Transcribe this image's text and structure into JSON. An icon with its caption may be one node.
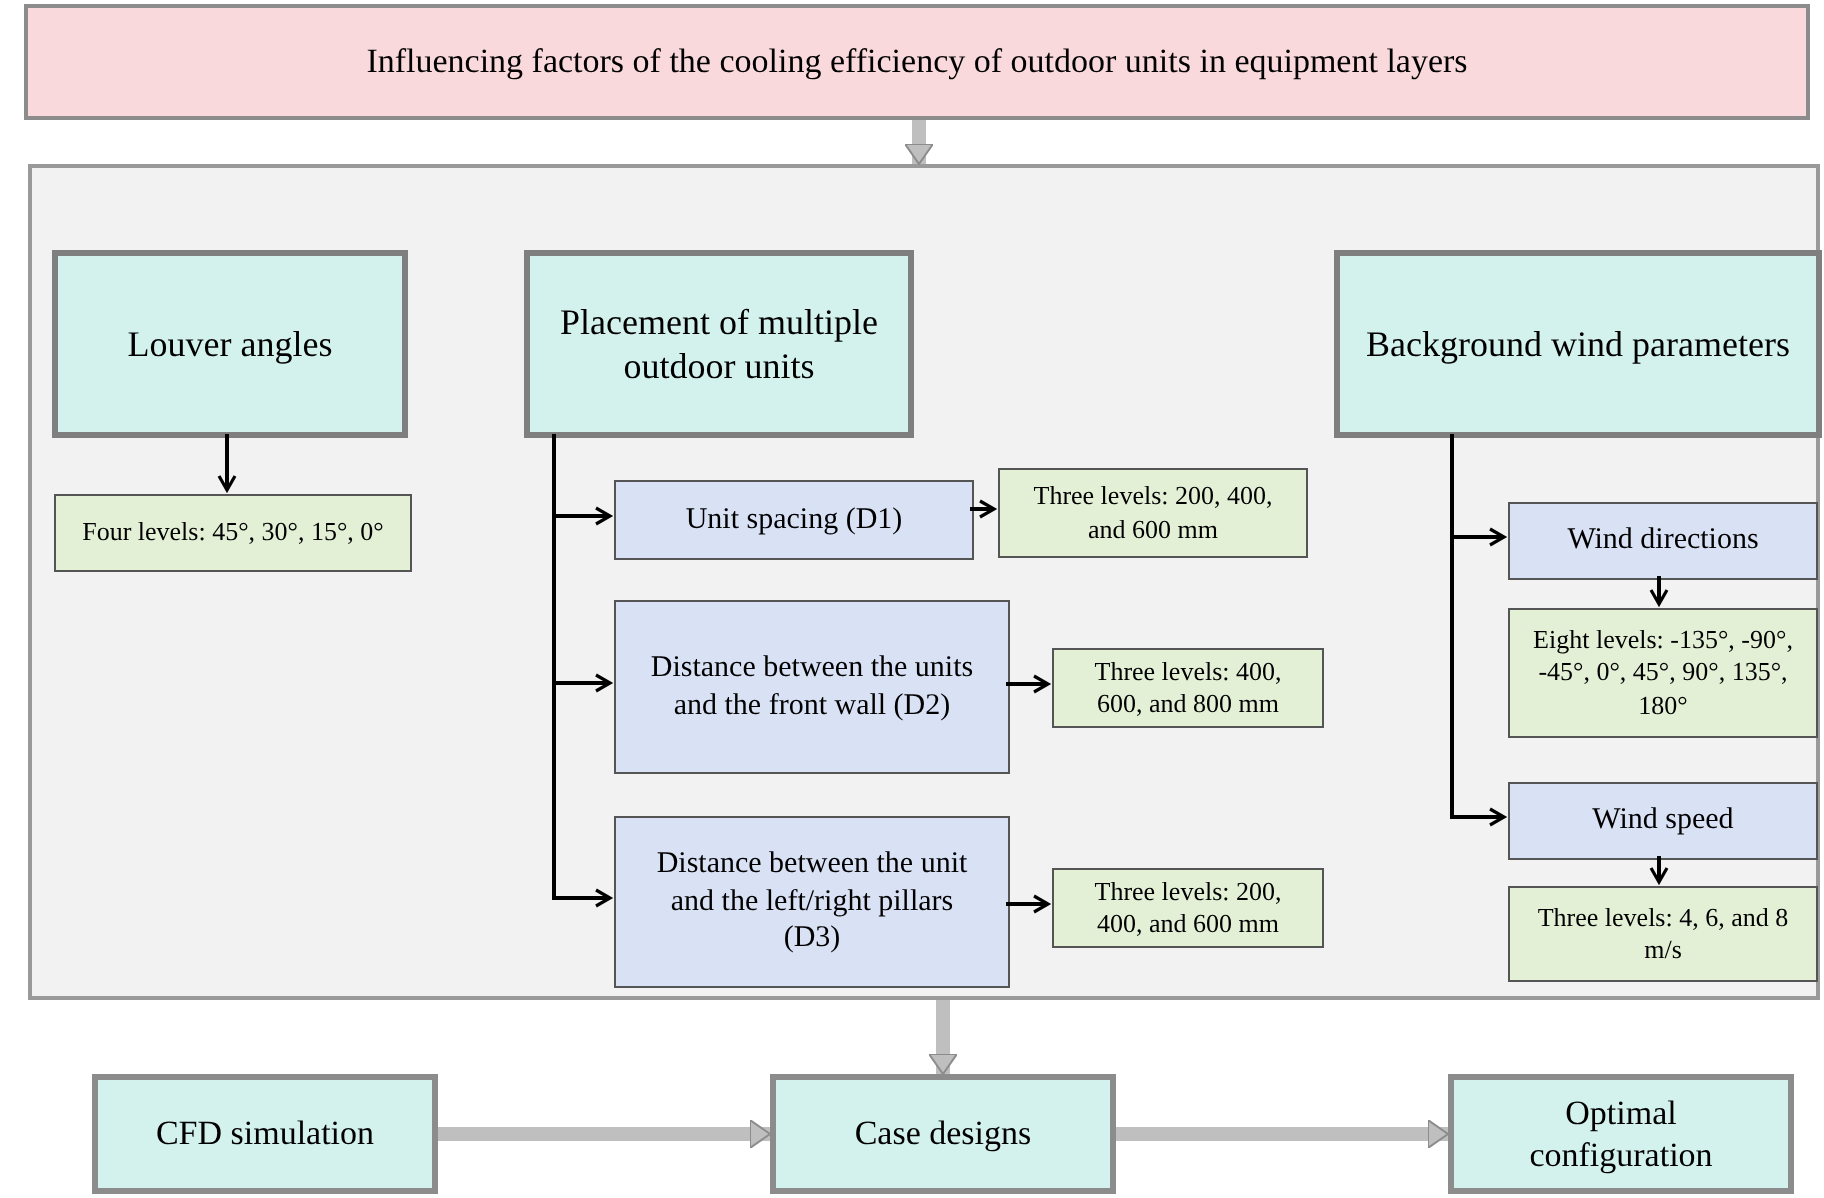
{
  "diagram": {
    "nodes": [
      {
        "text": [
          "Influencing factors of the cooling efficiency of outdoor units in equipment layers"
        ]
      },
      {
        "text": [],
        "shape": "box"
      },
      {
        "text": [
          "Louver angles"
        ],
        "in": 1
      },
      {
        "text": [
          "Four levels: 45°, 30°, 15°, 0°"
        ],
        "in": 1
      },
      {
        "text": [
          "Placement of multiple outdoor units"
        ],
        "in": 1
      },
      {
        "text": [
          "Unit spacing (D1)"
        ],
        "in": 1
      },
      {
        "text": [
          "Three levels: 200, 400, and 600 mm"
        ],
        "in": 1
      },
      {
        "text": [
          "Distance between the units and the front wall (D2)"
        ],
        "in": 1
      },
      {
        "text": [
          "Three levels: 400, 600, and 800 mm"
        ],
        "in": 1
      },
      {
        "text": [
          "Distance between the unit and the left/right pillars (D3)"
        ],
        "in": 1
      },
      {
        "text": [
          "Three levels: 200, 400, and 600 mm"
        ],
        "in": 1
      },
      {
        "text": [
          "Background wind parameters"
        ],
        "in": 1
      },
      {
        "text": [
          "Wind directions"
        ],
        "in": 1
      },
      {
        "text": [
          "Eight levels: -135°, -90°, -45°, 0°, 45°, 90°, 135°, 180°"
        ],
        "in": 1
      },
      {
        "text": [
          "Wind speed"
        ],
        "in": 1
      },
      {
        "text": [
          "Three levels: 4, 6, and 8 m/s"
        ],
        "in": 1
      },
      {
        "text": [
          "CFD simulation"
        ]
      },
      {
        "text": [
          "Case designs"
        ]
      },
      {
        "text": [
          "Optimal configuration"
        ]
      }
    ],
    "edges": [
      {
        "from": 0,
        "to": 1,
        "arrow": "to",
        "style": "thick",
        "color": "#bfbfbf"
      },
      {
        "from": 1,
        "to": 17,
        "arrow": "to",
        "style": "thick",
        "color": "#bfbfbf"
      },
      {
        "from": 2,
        "to": 3,
        "arrow": "to"
      },
      {
        "from": 4,
        "to": 5,
        "arrow": "to"
      },
      {
        "from": 4,
        "to": 7,
        "arrow": "to"
      },
      {
        "from": 4,
        "to": 9,
        "arrow": "to"
      },
      {
        "from": 5,
        "to": 6,
        "arrow": "to"
      },
      {
        "from": 7,
        "to": 8,
        "arrow": "to"
      },
      {
        "from": 9,
        "to": 10,
        "arrow": "to"
      },
      {
        "from": 11,
        "to": 12,
        "arrow": "to"
      },
      {
        "from": 11,
        "to": 14,
        "arrow": "to"
      },
      {
        "from": 12,
        "to": 13,
        "arrow": "to"
      },
      {
        "from": 14,
        "to": 15,
        "arrow": "to"
      },
      {
        "from": 16,
        "to": 17,
        "arrow": "to",
        "style": "thick",
        "color": "#bfbfbf"
      },
      {
        "from": 17,
        "to": 18,
        "arrow": "to",
        "style": "thick",
        "color": "#bfbfbf"
      }
    ]
  }
}
